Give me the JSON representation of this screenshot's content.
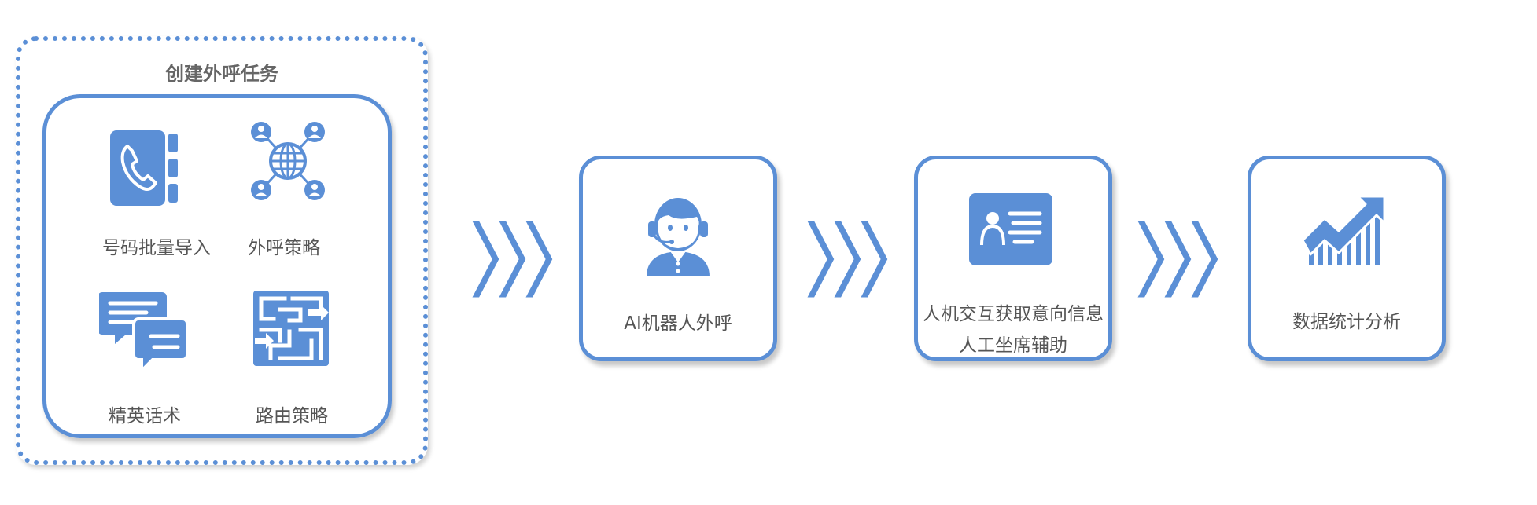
{
  "group": {
    "title": "创建外呼任务",
    "items": [
      {
        "label": "号码批量导入",
        "icon": "address-book-phone-icon"
      },
      {
        "label": "外呼策略",
        "icon": "globe-network-icon"
      },
      {
        "label": "精英话术",
        "icon": "chat-bubbles-icon"
      },
      {
        "label": "路由策略",
        "icon": "maze-route-icon"
      }
    ]
  },
  "steps": [
    {
      "label": "AI机器人外呼",
      "icon": "customer-service-agent-icon"
    },
    {
      "label_line1": "人机交互获取意向信息",
      "label_line2": "人工坐席辅助",
      "icon": "id-card-icon"
    },
    {
      "label": "数据统计分析",
      "icon": "growth-chart-icon"
    }
  ],
  "colors": {
    "accent": "#5b8fd6",
    "text": "#555555",
    "title": "#666666"
  }
}
